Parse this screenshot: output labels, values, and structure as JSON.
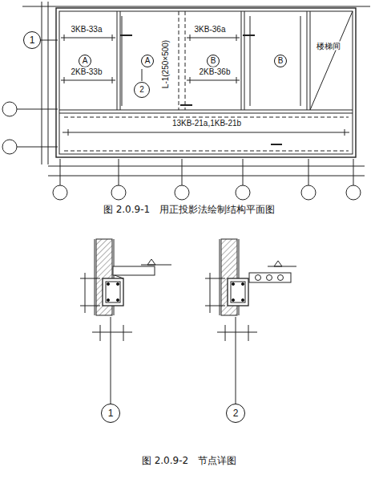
{
  "diagram": {
    "caption": "图 2.0.9-2　节点详图",
    "nodes": [
      {
        "text": [
          "1"
        ]
      },
      {
        "text": [
          "A"
        ]
      },
      {
        "text": [
          "A"
        ]
      },
      {
        "text": [
          "B"
        ]
      },
      {
        "text": [
          "B"
        ]
      },
      {
        "text": [
          "2"
        ]
      },
      {
        "text": [
          "1"
        ]
      },
      {
        "text": [
          "2"
        ]
      }
    ],
    "labels": [
      "3KB-33a",
      "2KB-33b",
      "3KB-36a",
      "2KB-36b",
      "L-1(250×500)",
      "楼梯间",
      "13KB-21a,1KB-21b",
      "图 2.0.9-1　用正投影法绘制结构平面图"
    ]
  }
}
